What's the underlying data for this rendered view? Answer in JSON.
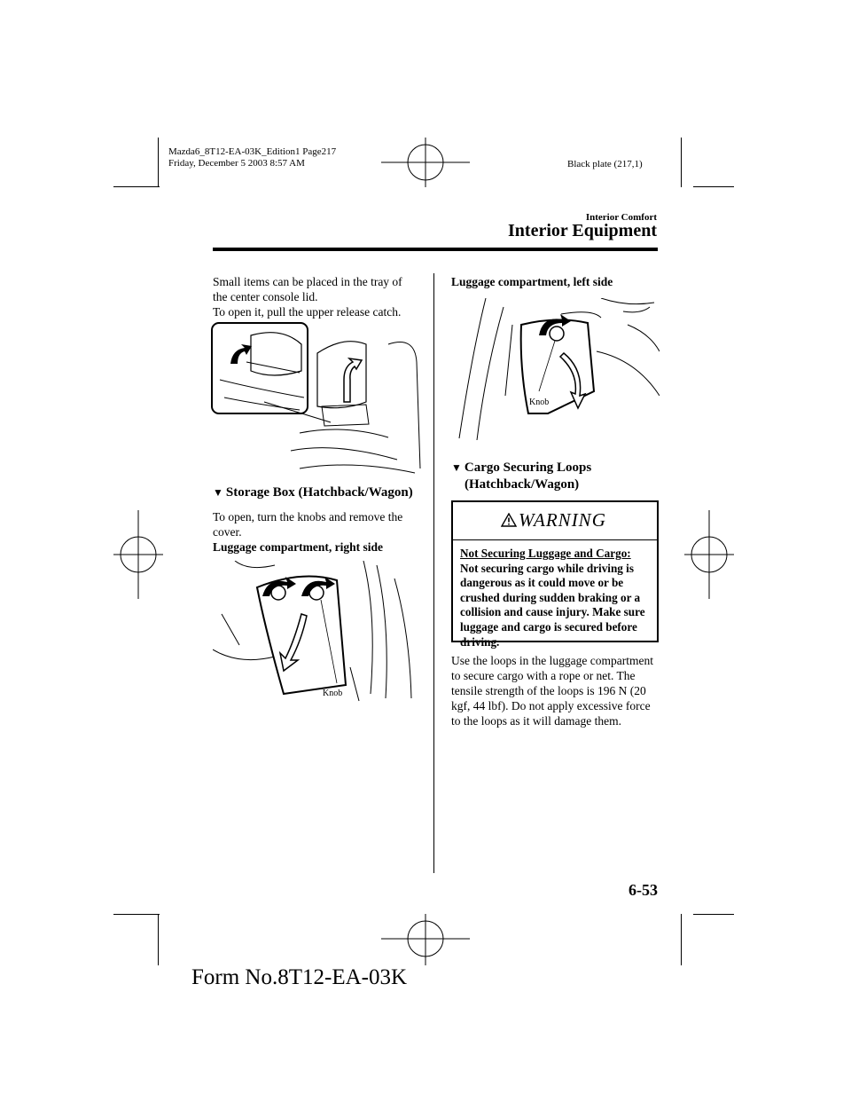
{
  "print_meta": {
    "file_line": "Mazda6_8T12-EA-03K_Edition1 Page217",
    "date_line": "Friday, December 5 2003 8:57 AM",
    "plate": "Black plate (217,1)"
  },
  "header": {
    "chapter": "Interior Comfort",
    "section": "Interior Equipment"
  },
  "left": {
    "intro": [
      "Small items can be placed in the tray of",
      "the center console lid.",
      "To open it, pull the upper release catch."
    ],
    "storage_heading": "Storage Box (Hatchback/Wagon)",
    "storage_text": [
      "To open, turn the knobs and remove the",
      "cover."
    ],
    "right_side_caption": "Luggage compartment, right side",
    "knob_label": "Knob"
  },
  "right": {
    "left_side_caption": "Luggage compartment, left side",
    "knob_label": "Knob",
    "loops_heading_line1": "Cargo Securing Loops",
    "loops_heading_line2": "(Hatchback/Wagon)",
    "warning": {
      "title": "WARNING",
      "subtitle": "Not Securing Luggage and Cargo:",
      "lines": [
        "Not securing cargo while driving is",
        "dangerous as it could move or be",
        "crushed during sudden braking or a",
        "collision and cause injury. Make sure",
        "luggage and cargo is secured before",
        "driving."
      ]
    },
    "body": [
      "Use the loops in the luggage compartment",
      "to secure cargo with a rope or net. The",
      "tensile strength of the loops is 196 N (20",
      "kgf, 44 lbf). Do not apply excessive force",
      "to the loops as it will damage them."
    ]
  },
  "footer": {
    "page_number": "6-53",
    "form_number": "Form No.8T12-EA-03K"
  },
  "icons": {
    "heading_marker": "down-triangle-icon",
    "warning_symbol": "warning-triangle-icon"
  }
}
